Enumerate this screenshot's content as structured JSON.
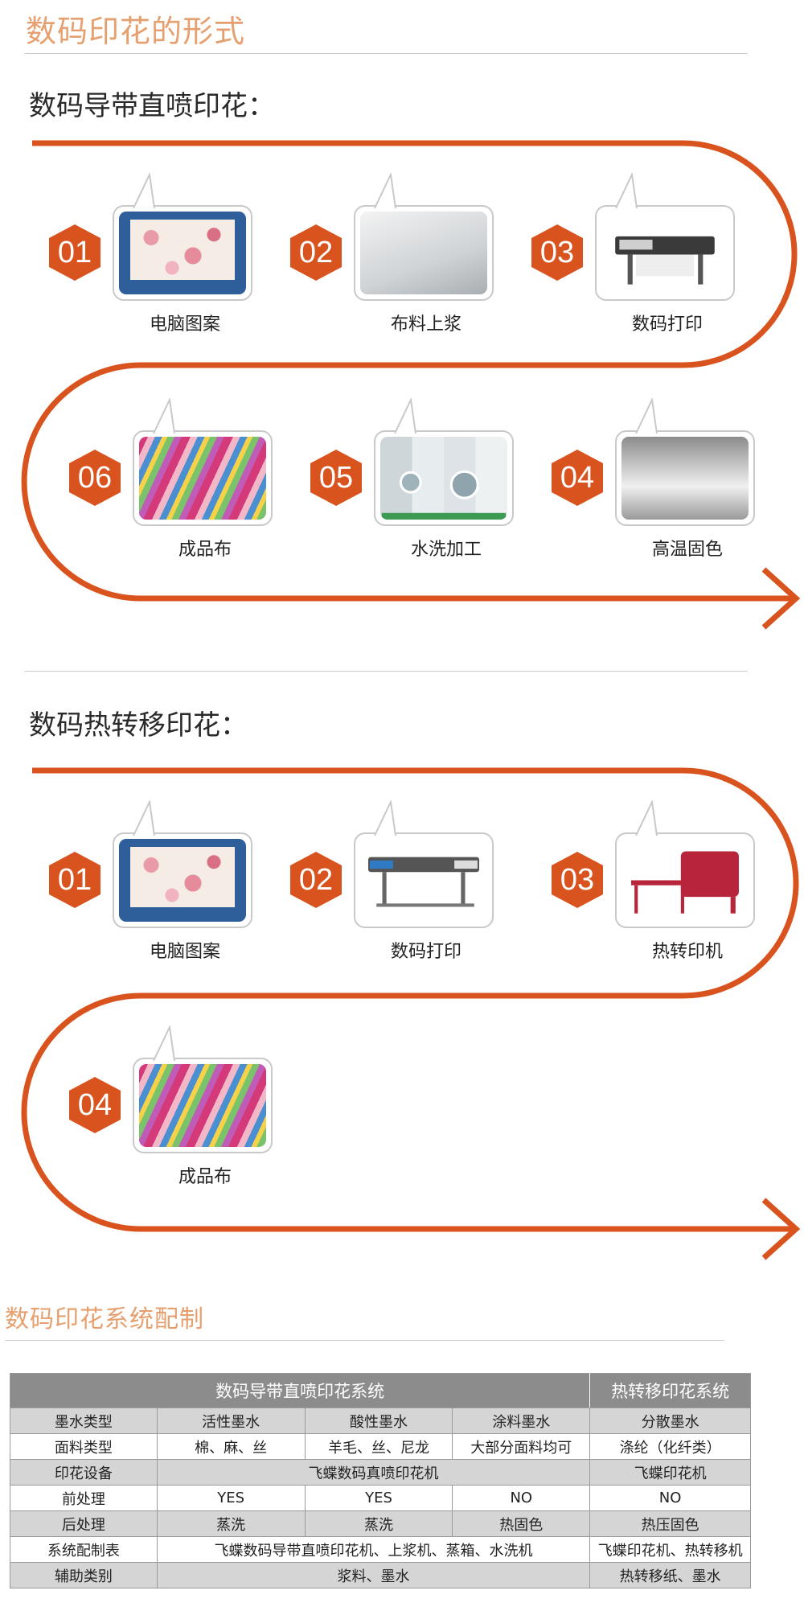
{
  "section1_title": "数码印花的形式",
  "process_a": {
    "title": "数码导带直喷印花：",
    "steps": [
      {
        "num": "01",
        "label": "电脑图案",
        "icon": "laptop-floral-image"
      },
      {
        "num": "02",
        "label": "布料上浆",
        "icon": "fabric-sizing-image"
      },
      {
        "num": "03",
        "label": "数码打印",
        "icon": "digital-printer-image"
      },
      {
        "num": "04",
        "label": "高温固色",
        "icon": "heat-fixing-machine-image"
      },
      {
        "num": "05",
        "label": "水洗加工",
        "icon": "washing-machine-image"
      },
      {
        "num": "06",
        "label": "成品布",
        "icon": "finished-fabric-image"
      }
    ]
  },
  "process_b": {
    "title": "数码热转移印花：",
    "steps": [
      {
        "num": "01",
        "label": "电脑图案",
        "icon": "laptop-floral-image"
      },
      {
        "num": "02",
        "label": "数码打印",
        "icon": "wide-format-printer-image"
      },
      {
        "num": "03",
        "label": "热转印机",
        "icon": "heat-transfer-machine-image"
      },
      {
        "num": "04",
        "label": "成品布",
        "icon": "finished-fabric-image"
      }
    ]
  },
  "section2_title": "数码印花系统配制",
  "table": {
    "header": {
      "left": "数码导带直喷印花系统",
      "right": "热转移印花系统"
    },
    "rows": {
      "ink": {
        "label": "墨水类型",
        "c1": "活性墨水",
        "c2": "酸性墨水",
        "c3": "涂料墨水",
        "c4": "分散墨水"
      },
      "fabric": {
        "label": "面料类型",
        "c1": "棉、麻、丝",
        "c2": "羊毛、丝、尼龙",
        "c3": "大部分面料均可",
        "c4": "涤纶（化纤类）"
      },
      "equip": {
        "label": "印花设备",
        "c1": "飞蝶数码真喷印花机",
        "c4": "飞蝶印花机"
      },
      "pre": {
        "label": "前处理",
        "c1": "YES",
        "c2": "YES",
        "c3": "NO",
        "c4": "NO"
      },
      "post": {
        "label": "后处理",
        "c1": "蒸洗",
        "c2": "蒸洗",
        "c3": "热固色",
        "c4": "热压固色"
      },
      "config": {
        "label": "系统配制表",
        "c1": "飞蝶数码导带直喷印花机、上浆机、蒸箱、水洗机",
        "c4": "飞蝶印花机、热转移机"
      },
      "aux": {
        "label": "辅助类别",
        "c1": "浆料、墨水",
        "c4": "热转移纸、墨水"
      }
    }
  },
  "colors": {
    "accent": "#d9531e",
    "heading_light": "#e6a06f",
    "table_header": "#8c8c8c",
    "table_shade": "#d5d5d5"
  }
}
